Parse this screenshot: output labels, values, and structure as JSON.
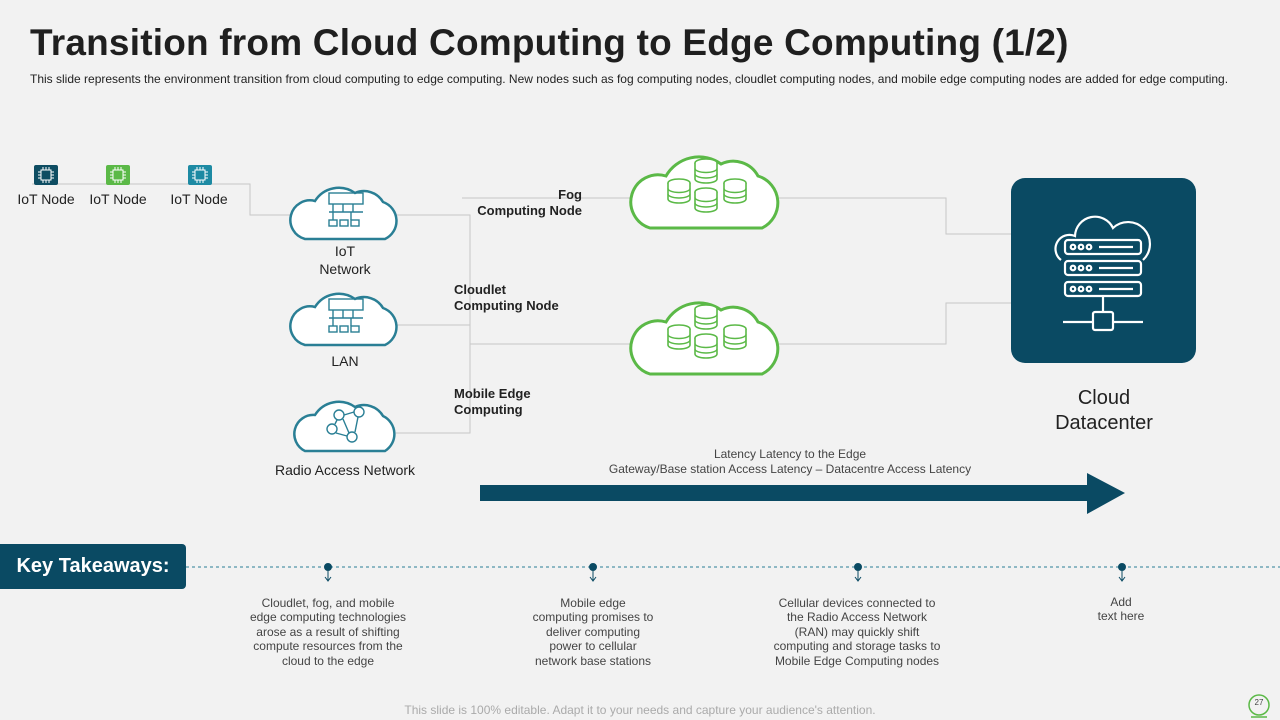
{
  "title": "Transition from Cloud Computing to Edge Computing (1/2)",
  "subtitle": "This slide represents the environment  transition from cloud computing to edge computing. New nodes such as fog computing nodes, cloudlet computing nodes, and mobile edge computing nodes are added for edge computing.",
  "iot_nodes": [
    "IoT Node",
    "IoT Node",
    "IoT Node"
  ],
  "networks": {
    "iot": "IoT\nNetwork",
    "lan": "LAN",
    "ran": "Radio Access Network"
  },
  "edge_nodes": {
    "fog": "Fog\nComputing Node",
    "cloudlet": "Cloudlet\nComputing Node",
    "mec": "Mobile Edge\nComputing"
  },
  "cloud_datacenter": "Cloud\nDatacenter",
  "latency": "Latency Latency to the Edge\nGateway/Base station Access Latency – Datacentre Access Latency",
  "key_takeaways": {
    "label": "Key Takeaways:",
    "items": [
      "Cloudlet, fog, and mobile\nedge computing technologies\narose as a result of shifting\ncompute resources from the\ncloud to the edge",
      "Mobile edge\ncomputing promises to\ndeliver computing\npower to cellular\nnetwork base stations",
      "Cellular devices connected to\nthe Radio Access Network\n(RAN) may quickly shift\ncomputing and storage tasks to\nMobile Edge Computing nodes",
      "Add\ntext here"
    ]
  },
  "footer": "This slide is 100% editable. Adapt it to your needs and capture your audience's attention.",
  "page_number": "27",
  "colors": {
    "teal_dark": "#0a4a63",
    "teal_line": "#2a7f95",
    "green": "#5bb947",
    "iot_icon_colors": [
      "#0e4d62",
      "#5bb947",
      "#1d8aa3"
    ]
  },
  "icons": {
    "iot": "chip-icon",
    "fog": "database-icon",
    "dc": "server-cloud-icon",
    "ran": "people-network-icon"
  }
}
